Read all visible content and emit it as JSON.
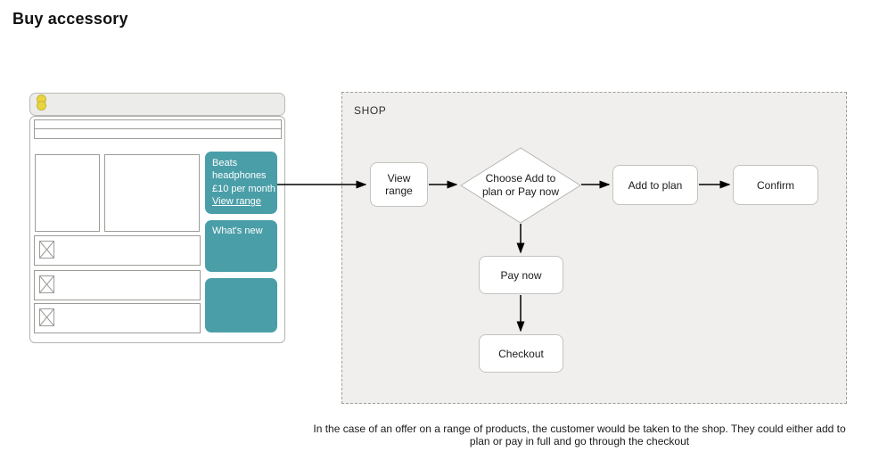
{
  "page": {
    "title": "Buy accessory"
  },
  "colors": {
    "teal_accent": "#4a9ea8",
    "logo_yellow": "#e9d63f",
    "shop_panel_bg": "#f0efed"
  },
  "wireframe": {
    "promo": {
      "lines": [
        "Beats",
        "headphones",
        "£10 per month"
      ],
      "link": "View range"
    },
    "whats_new": "What's new"
  },
  "shop": {
    "label": "SHOP",
    "nodes": {
      "view_range": {
        "label": "View range",
        "type": "process"
      },
      "decision": {
        "label": "Choose Add to plan or Pay now",
        "type": "decision"
      },
      "add_to_plan": {
        "label": "Add to plan",
        "type": "process"
      },
      "confirm": {
        "label": "Confirm",
        "type": "process"
      },
      "pay_now": {
        "label": "Pay now",
        "type": "process"
      },
      "checkout": {
        "label": "Checkout",
        "type": "process"
      }
    },
    "edges": [
      "promo-banner -> view_range",
      "view_range -> decision",
      "decision -> add_to_plan",
      "add_to_plan -> confirm",
      "decision -> pay_now",
      "pay_now -> checkout"
    ]
  },
  "caption": "In the case of an offer on a range of products, the customer would be taken to the shop. They could either add to plan or pay in full and go through the checkout"
}
